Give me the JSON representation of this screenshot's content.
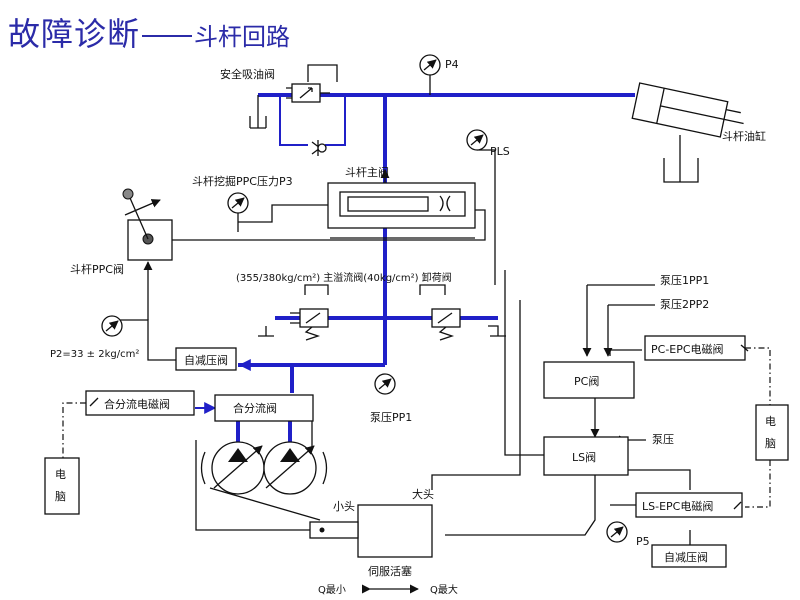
{
  "title": {
    "main": "故障诊断",
    "sub": "斗杆回路"
  },
  "labels": {
    "safety_suction_valve": "安全吸油阀",
    "p4": "P4",
    "arm_cylinder": "斗杆油缸",
    "pls": "PLS",
    "arm_main_valve": "斗杆主阀",
    "arm_ppc_pressure": "斗杆挖掘PPC压力P3",
    "arm_ppc_valve": "斗杆PPC阀",
    "relief_label": "(355/380kg/cm²) 主溢流阀(40kg/cm²) 卸荷阀",
    "pump_pressure_1": "泵压1PP1",
    "pump_pressure_2": "泵压2PP2",
    "p2": "P2=33 ± 2kg/cm²",
    "self_reducing_valve": "自减压阀",
    "pc_epc_valve": "PC-EPC电磁阀",
    "pc_valve": "PC阀",
    "merge_split_solenoid": "合分流电磁阀",
    "merge_split_valve": "合分流阀",
    "pump_pressure_pp1": "泵压PP1",
    "pump_pressure": "泵压",
    "ls_valve": "LS阀",
    "computer_left_1": "电",
    "computer_left_2": "脑",
    "computer_right_1": "电",
    "computer_right_2": "脑",
    "big_end": "大头",
    "small_end": "小头",
    "ls_epc_valve": "LS-EPC电磁阀",
    "p5": "P5",
    "self_reducing_valve_2": "自减压阀",
    "servo_piston": "伺服活塞",
    "q_min": "Q最小",
    "q_max": "Q最大"
  },
  "colors": {
    "title": "#2b2ba8",
    "high_pressure_line": "#2020c8",
    "line": "#111111"
  }
}
